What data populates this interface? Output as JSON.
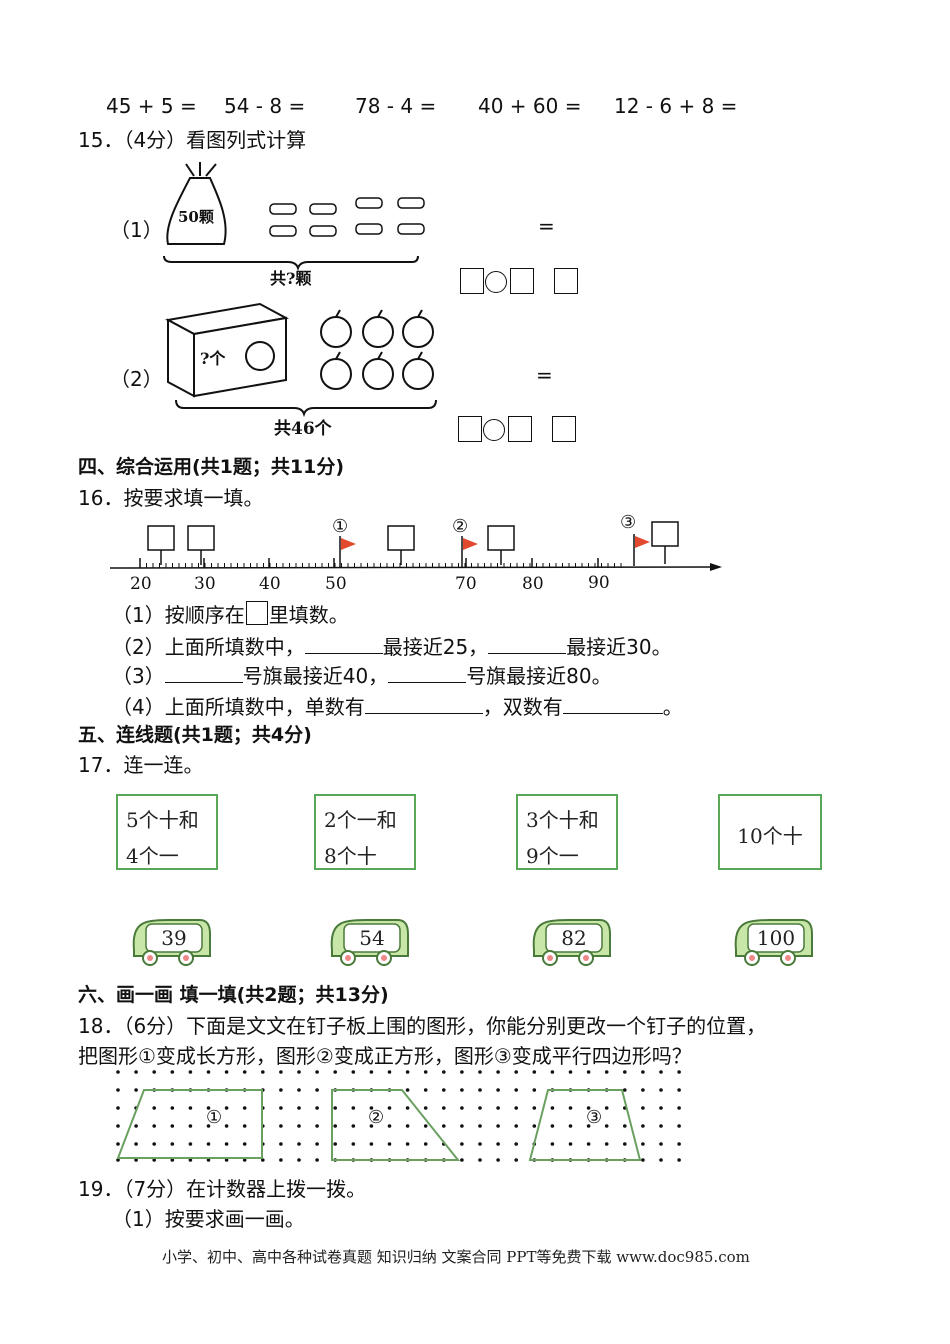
{
  "arith_row": [
    "45 + 5 =",
    "54 - 8 =",
    "78 - 4 =",
    "40 + 60 =",
    "12 - 6 + 8 ="
  ],
  "q15": {
    "title": "15．（4分）看图列式计算",
    "p1": {
      "label": "（1）",
      "bag": "50颗",
      "total": "共?颗",
      "eq": "="
    },
    "p2": {
      "label": "（2）",
      "box": "?个",
      "total": "共46个",
      "eq": "="
    }
  },
  "sec4": {
    "title": "四、综合运用(共1题；共11分)"
  },
  "q16": {
    "title": "16．按要求填一填。",
    "ticks": [
      "20",
      "30",
      "40",
      "50",
      "70",
      "80",
      "90"
    ],
    "flags": [
      "①",
      "②",
      "③"
    ],
    "sub1": {
      "a": "（1）按顺序在",
      "b": "里填数。"
    },
    "sub2": {
      "a": "（2）上面所填数中，",
      "b": "最接近25，",
      "c": "最接近30。"
    },
    "sub3": {
      "a": "（3）",
      "b": "号旗最接近40，",
      "c": "号旗最接近80。"
    },
    "sub4": {
      "a": "（4）上面所填数中，单数有",
      "b": "，双数有",
      "c": "。"
    }
  },
  "sec5": {
    "title": "五、连线题(共1题；共4分)"
  },
  "q17": {
    "title": "17．连一连。",
    "cards": [
      {
        "l1": "5个十和",
        "l2": "4个一"
      },
      {
        "l1": "2个一和",
        "l2": "8个十"
      },
      {
        "l1": "3个十和",
        "l2": "9个一"
      },
      {
        "c": "10个十"
      }
    ],
    "cars": [
      "39",
      "54",
      "82",
      "100"
    ],
    "colors": {
      "card_border": "#58a858",
      "car_body": "#c8e6a8",
      "car_outline": "#4a7a3a"
    }
  },
  "sec6": {
    "title": "六、画一画 填一填(共2题；共13分)"
  },
  "q18": {
    "line1": "18．（6分）下面是文文在钉子板上围的图形，你能分别更改一个钉子的位置，",
    "line2": "把图形①变成长方形，图形②变成正方形，图形③变成平行四边形吗？",
    "shape_labels": [
      "①",
      "②",
      "③"
    ]
  },
  "q19": {
    "title": "19．（7分）在计数器上拨一拨。",
    "sub1": "（1）按要求画一画。"
  },
  "footer": "小学、初中、高中各种试卷真题  知识归纳  文案合同  PPT等免费下载    www.doc985.com"
}
